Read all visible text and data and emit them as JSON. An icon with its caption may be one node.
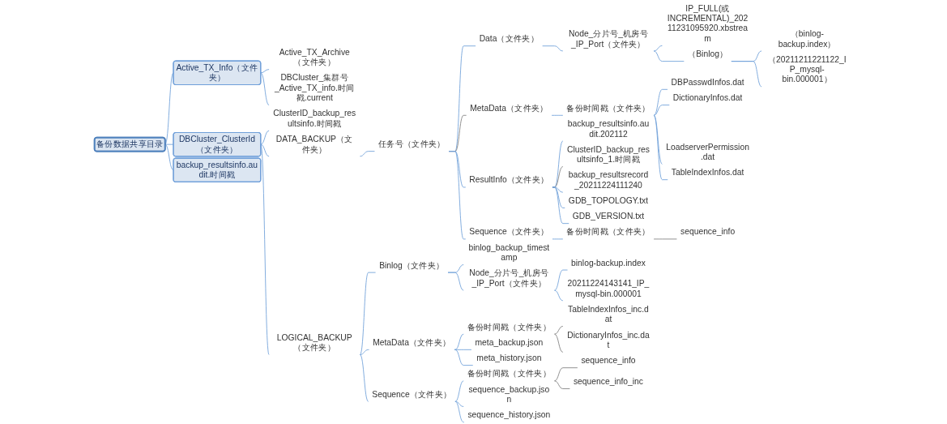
{
  "diagram": {
    "nodes": [
      {
        "text": [
          "备份数据共享目录"
        ]
      },
      {
        "text": [
          "Active_TX_Info（文件夹）"
        ]
      },
      {
        "text": [
          "Active_TX_Archive（文件夹）"
        ]
      },
      {
        "text": [
          "DBCluster_集群号_Active_TX_info.时间戳.current"
        ]
      },
      {
        "text": [
          "DBCluster_ClusterId（文件夹）"
        ]
      },
      {
        "text": [
          "ClusterID_backup_resultsinfo.时间戳"
        ]
      },
      {
        "text": [
          "DATA_BACKUP（文件夹）"
        ]
      },
      {
        "text": [
          "任务号（文件夹）"
        ]
      },
      {
        "text": [
          "Data（文件夹）"
        ]
      },
      {
        "text": [
          "Node_分片号_机房号_IP_Port（文件夹）"
        ]
      },
      {
        "text": [
          "IP_FULL(或INCREMENTAL)_20211231095920.xbstream"
        ]
      },
      {
        "text": [
          "（Binlog）"
        ]
      },
      {
        "text": [
          "（binlog-backup.index）"
        ]
      },
      {
        "text": [
          "（20211211221122_IP_mysql-bin.000001）"
        ]
      },
      {
        "text": [
          "MetaData（文件夹）"
        ]
      },
      {
        "text": [
          "备份时间戳（文件夹）"
        ]
      },
      {
        "text": [
          "DBPasswdInfos.dat"
        ]
      },
      {
        "text": [
          "DictionaryInfos.dat"
        ]
      },
      {
        "text": [
          "LoadserverPermission.dat"
        ]
      },
      {
        "text": [
          "TableIndexInfos.dat"
        ]
      },
      {
        "text": [
          "ResultInfo（文件夹）"
        ]
      },
      {
        "text": [
          "backup_resultsinfo.audit.202112"
        ]
      },
      {
        "text": [
          "ClusterID_backup_resultsinfo_1.时间戳"
        ]
      },
      {
        "text": [
          "backup_resultsrecord_20211224111240"
        ]
      },
      {
        "text": [
          "GDB_TOPOLOGY.txt"
        ]
      },
      {
        "text": [
          "GDB_VERSION.txt"
        ]
      },
      {
        "text": [
          "Sequence（文件夹）"
        ]
      },
      {
        "text": [
          "备份时间戳（文件夹）"
        ]
      },
      {
        "text": [
          "sequence_info"
        ]
      },
      {
        "text": [
          "LOGICAL_BACKUP（文件夹）"
        ]
      },
      {
        "text": [
          "Binlog（文件夹）"
        ]
      },
      {
        "text": [
          "binlog_backup_timestamp"
        ]
      },
      {
        "text": [
          "Node_分片号_机房号_IP_Port（文件夹）"
        ]
      },
      {
        "text": [
          "binlog-backup.index"
        ]
      },
      {
        "text": [
          "20211224143141_IP_mysql-bin.000001"
        ]
      },
      {
        "text": [
          "MetaData（文件夹）"
        ]
      },
      {
        "text": [
          "备份时间戳（文件夹）"
        ]
      },
      {
        "text": [
          "TableIndexInfos_inc.dat"
        ]
      },
      {
        "text": [
          "DictionaryInfos_inc.dat"
        ]
      },
      {
        "text": [
          "meta_backup.json"
        ]
      },
      {
        "text": [
          "meta_history.json"
        ]
      },
      {
        "text": [
          "Sequence（文件夹）"
        ]
      },
      {
        "text": [
          "备份时间戳（文件夹）"
        ]
      },
      {
        "text": [
          "sequence_info"
        ]
      },
      {
        "text": [
          "sequence_info_inc"
        ]
      },
      {
        "text": [
          "sequence_backup.json"
        ]
      },
      {
        "text": [
          "sequence_history.json"
        ]
      },
      {
        "text": [
          "backup_resultsinfo.audit.时间戳"
        ]
      }
    ],
    "edges": [
      {
        "from": 0,
        "to": 1,
        "arrow": "none"
      },
      {
        "from": 1,
        "to": 2,
        "arrow": "none"
      },
      {
        "from": 1,
        "to": 3,
        "arrow": "none"
      },
      {
        "from": 0,
        "to": 4,
        "arrow": "none"
      },
      {
        "from": 4,
        "to": 5,
        "arrow": "none"
      },
      {
        "from": 4,
        "to": 6,
        "arrow": "none"
      },
      {
        "from": 6,
        "to": 7,
        "arrow": "none"
      },
      {
        "from": 7,
        "to": 8,
        "arrow": "none"
      },
      {
        "from": 8,
        "to": 9,
        "arrow": "none"
      },
      {
        "from": 9,
        "to": 10,
        "arrow": "none"
      },
      {
        "from": 9,
        "to": 11,
        "arrow": "none"
      },
      {
        "from": 11,
        "to": 12,
        "arrow": "none"
      },
      {
        "from": 11,
        "to": 13,
        "arrow": "none"
      },
      {
        "from": 7,
        "to": 14,
        "arrow": "none",
        "color": "#7f7f7f"
      },
      {
        "from": 14,
        "to": 15,
        "arrow": "none"
      },
      {
        "from": 15,
        "to": 16,
        "arrow": "none"
      },
      {
        "from": 15,
        "to": 17,
        "arrow": "none"
      },
      {
        "from": 15,
        "to": 18,
        "arrow": "none"
      },
      {
        "from": 15,
        "to": 19,
        "arrow": "none"
      },
      {
        "from": 7,
        "to": 20,
        "arrow": "none"
      },
      {
        "from": 20,
        "to": 21,
        "arrow": "none"
      },
      {
        "from": 20,
        "to": 22,
        "arrow": "none",
        "color": "#7f7f7f"
      },
      {
        "from": 20,
        "to": 23,
        "arrow": "none"
      },
      {
        "from": 20,
        "to": 24,
        "arrow": "none"
      },
      {
        "from": 20,
        "to": 25,
        "arrow": "none"
      },
      {
        "from": 7,
        "to": 26,
        "arrow": "none"
      },
      {
        "from": 26,
        "to": 27,
        "arrow": "none"
      },
      {
        "from": 27,
        "to": 28,
        "arrow": "none",
        "color": "#7f7f7f"
      },
      {
        "from": 4,
        "to": 29,
        "arrow": "none"
      },
      {
        "from": 29,
        "to": 30,
        "arrow": "none"
      },
      {
        "from": 30,
        "to": 31,
        "arrow": "none"
      },
      {
        "from": 30,
        "to": 32,
        "arrow": "none"
      },
      {
        "from": 32,
        "to": 33,
        "arrow": "none"
      },
      {
        "from": 32,
        "to": 34,
        "arrow": "none"
      },
      {
        "from": 29,
        "to": 35,
        "arrow": "none"
      },
      {
        "from": 35,
        "to": 36,
        "arrow": "none"
      },
      {
        "from": 36,
        "to": 37,
        "arrow": "none",
        "color": "#7f7f7f"
      },
      {
        "from": 36,
        "to": 38,
        "arrow": "none",
        "color": "#7f7f7f"
      },
      {
        "from": 35,
        "to": 39,
        "arrow": "none"
      },
      {
        "from": 35,
        "to": 40,
        "arrow": "none"
      },
      {
        "from": 29,
        "to": 41,
        "arrow": "none"
      },
      {
        "from": 41,
        "to": 42,
        "arrow": "none"
      },
      {
        "from": 42,
        "to": 43,
        "arrow": "none",
        "color": "#7f7f7f"
      },
      {
        "from": 42,
        "to": 44,
        "arrow": "none",
        "color": "#7f7f7f"
      },
      {
        "from": 41,
        "to": 45,
        "arrow": "none"
      },
      {
        "from": 41,
        "to": 46,
        "arrow": "none"
      },
      {
        "from": 0,
        "to": 47,
        "arrow": "none"
      }
    ]
  }
}
